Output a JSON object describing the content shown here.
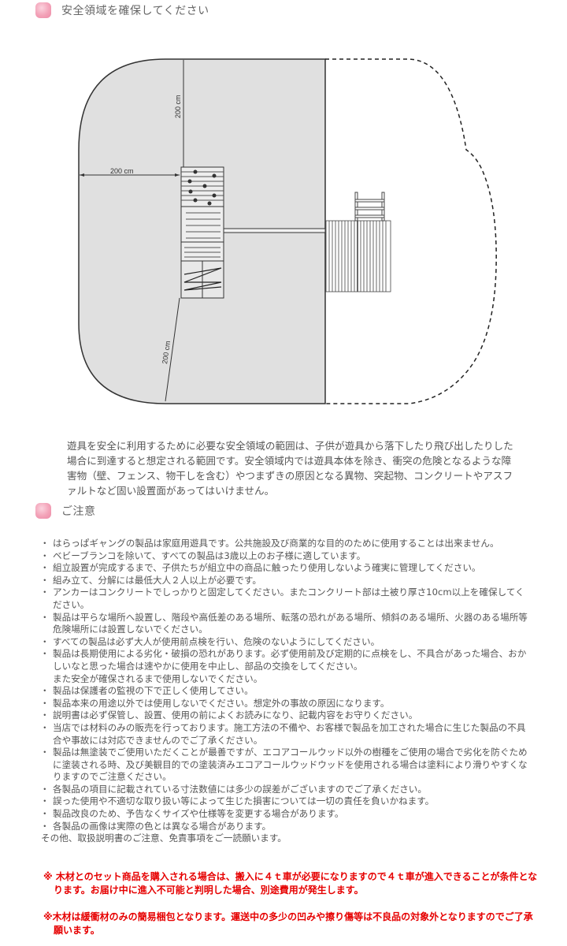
{
  "section1": {
    "icon": "pink-square-icon",
    "title": "安全領域を確保してください"
  },
  "diagram": {
    "dim_vertical": "200 cm",
    "dim_horizontal": "200 cm",
    "dim_diagonal": "200 cm",
    "colors": {
      "safety_area": "#e0e0e0",
      "outline": "#333333"
    }
  },
  "description": "遊具を安全に利用するために必要な安全領域の範囲は、子供が遊具から落下したり飛び出したりした場合に到達すると想定される範囲です。安全領域内では遊具本体を除き、衝突の危険となるような障害物（壁、フェンス、物干しを含む）やつまずきの原因となる異物、突起物、コンクリートやアスファルトなど固い設置面があってはいけません。",
  "section2": {
    "icon": "pink-square-icon",
    "title": "ご注意"
  },
  "cautions": [
    "はらっぱギャングの製品は家庭用遊具です。公共施設及び商業的な目的のために使用することは出来ません。",
    "ベビーブランコを除いて、すべての製品は3歳以上のお子様に適しています。",
    "組立設置が完成するまで、子供たちが組立中の商品に触ったり使用しないよう確実に管理してください。",
    "組み立て、分解には最低大人２人以上が必要です。",
    "アンカーはコンクリートでしっかりと固定してください。またコンクリート部は土被り厚さ10cm以上を確保してください。",
    "製品は平らな場所へ設置し、階段や高低差のある場所、転落の恐れがある場所、傾斜のある場所、火器のある場所等危険場所には設置しないでください。",
    "すべての製品は必ず大人が使用前点検を行い、危険のないようにしてください。",
    "製品は長期使用による劣化・破損の恐れがあります。必ず使用前及び定期的に点検をし、不具合があった場合、おかしいなと思った場合は速やかに使用を中止し、部品の交換をしてください。",
    "製品は保護者の監視の下で正しく使用してさい。",
    "製品本来の用途以外では使用しないでください。想定外の事故の原因になります。",
    "説明書は必ず保管し、設置、使用の前によくお読みになり、記載内容をお守りください。",
    "当店では材料のみの販売を行っております。施工方法の不備や、お客様で製品を加工された場合に生じた製品の不具合や事故には対応できませんのでご了承ください。",
    "製品は無塗装でご使用いただくことが最善ですが、エコアコールウッド以外の樹種をご使用の場合で劣化を防ぐために塗装される時、及び美観目的での塗装済みエコアコールウッドウッドを使用される場合は塗料により滑りやすくなりますのでご注意ください。",
    "各製品の項目に記載されている寸法数値には多少の誤差がございますのでご了承ください。",
    "誤った使用や不適切な取り扱い等によって生じた損害については一切の責任を負いかねます。",
    "製品改良のため、予告なくサイズや仕様等を変更する場合があります。",
    "各製品の画像は実際の色とは異なる場合があります。"
  ],
  "caution_extra": "また安全が確保されるまで使用しないでください。",
  "caution_footer": "その他、取扱説明書のご注意、免責事項をご一読願います。",
  "notes": [
    "※ 木材とのセット商品を購入される場合は、搬入に４ｔ車が必要になりますので４ｔ車が進入できることが条件となります。お届け中に進入不可能と判明した場合、別途費用が発生します。",
    "※木材は緩衝材のみの簡易梱包となります。運送中の多少の凹みや擦り傷等は不良品の対象外となりますのでご了承願います。"
  ],
  "note_color": "#e60000"
}
